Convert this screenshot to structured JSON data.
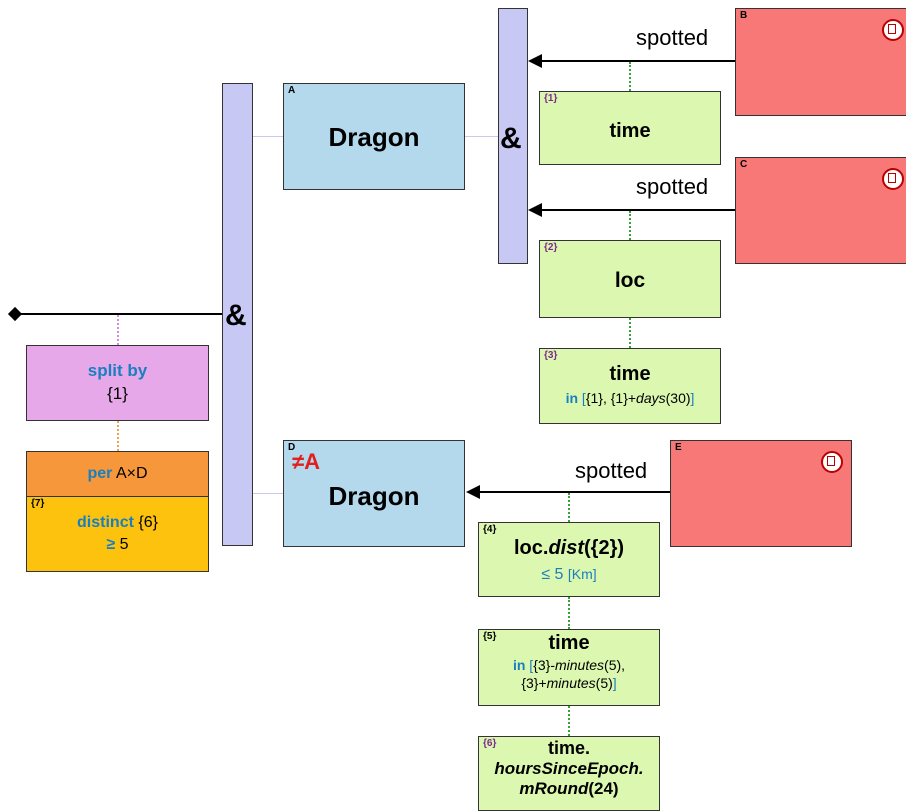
{
  "and_symbol": "&",
  "entities": {
    "a": {
      "id": "A",
      "name": "Dragon"
    },
    "d": {
      "id": "D",
      "constraint": "≠A",
      "name": "Dragon"
    }
  },
  "relations": {
    "b": {
      "id": "B",
      "label": "spotted"
    },
    "c": {
      "id": "C",
      "label": "spotted"
    },
    "e": {
      "id": "E",
      "label": "spotted"
    }
  },
  "attributes": {
    "attr1": {
      "index": "{1}",
      "name": "time"
    },
    "attr2": {
      "index": "{2}",
      "name": "loc"
    },
    "attr3": {
      "index": "{3}",
      "name": "time",
      "in_kw": "in",
      "open": "[",
      "body": "{1}, {1}+",
      "fn": "days",
      "args": "(30)",
      "close": "]"
    },
    "attr4": {
      "index": "{4}",
      "name": "loc.",
      "fn": "dist",
      "args": "({2})",
      "cmp": "≤ 5",
      "unit": "[Km]"
    },
    "attr5": {
      "index": "{5}",
      "name": "time",
      "in_kw": "in",
      "open": "[",
      "l1_body": "{3}-",
      "l1_fn": "minutes",
      "l1_args": "(5),",
      "l2_body": "{3}+",
      "l2_fn": "minutes",
      "l2_args": "(5)",
      "close": "]"
    },
    "attr6": {
      "index": "{6}",
      "l1": "time.",
      "l2": "hoursSinceEpoch.",
      "l3_fn": "mRound",
      "l3_args": "(24)"
    }
  },
  "split": {
    "keyword": "split by",
    "value": "{1}"
  },
  "per": {
    "keyword": "per",
    "value": "A×D"
  },
  "distinct": {
    "index": "{7}",
    "keyword": "distinct",
    "value": "{6}",
    "cmp_kw": "≥",
    "cmp_val": "5"
  }
}
